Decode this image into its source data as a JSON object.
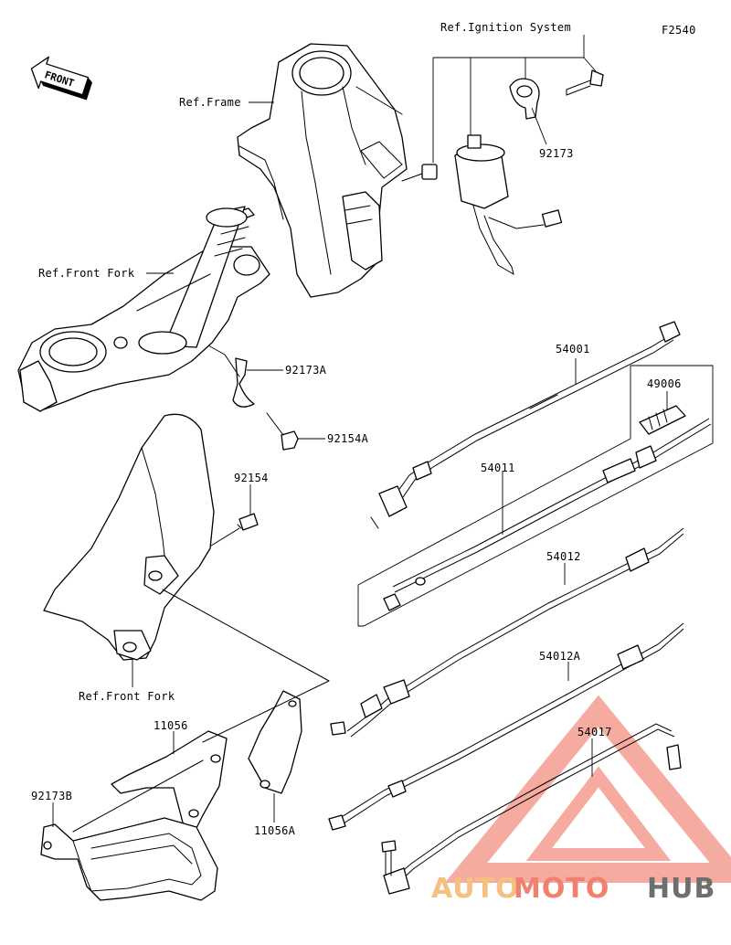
{
  "diagram_code": "F2540",
  "front_badge": "FRONT",
  "labels": {
    "ref_ignition": "Ref.Ignition System",
    "ref_frame": "Ref.Frame",
    "ref_front_fork_top": "Ref.Front Fork",
    "ref_front_fork_bottom": "Ref.Front Fork",
    "p92173": "92173",
    "p92173A": "92173A",
    "p92154A": "92154A",
    "p92154": "92154",
    "p54001": "54001",
    "p49006": "49006",
    "p54011": "54011",
    "p54012": "54012",
    "p54012A": "54012A",
    "p54017": "54017",
    "p11056": "11056",
    "p11056A": "11056A",
    "p92173B": "92173B"
  },
  "watermark": {
    "auto": "AUTO",
    "moto": "MOTO",
    "hub": "HUB",
    "color_primary": "#f08070",
    "color_secondary": "#f5c080",
    "color_dark": "#6e6e6e"
  }
}
